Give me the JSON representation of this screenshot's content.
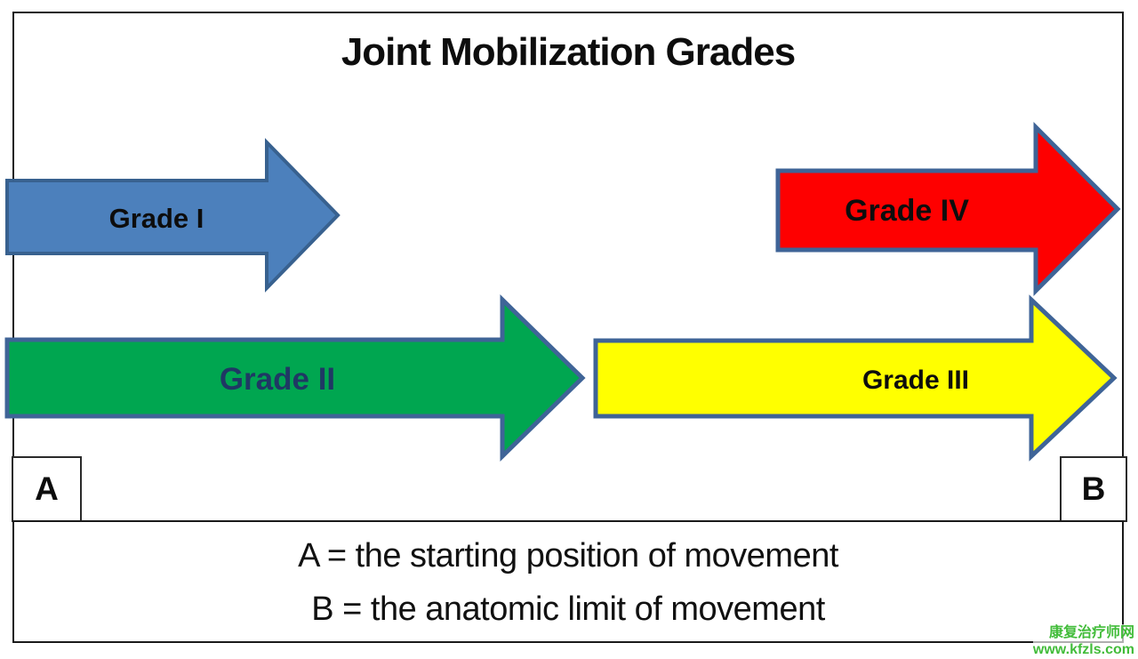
{
  "title": "Joint Mobilization Grades",
  "arrows": [
    {
      "label": "Grade I",
      "fill": "#4c80bc",
      "outline": "#38618f",
      "label_color": "#0d0d0d"
    },
    {
      "label": "Grade II",
      "fill": "#00a650",
      "outline": "#3f6497",
      "label_color": "#1f3864"
    },
    {
      "label": "Grade III",
      "fill": "#ffff00",
      "outline": "#3f6497",
      "label_color": "#0d0d0d"
    },
    {
      "label": "Grade IV",
      "fill": "#fe0000",
      "outline": "#3f6497",
      "label_color": "#0d0d0d"
    }
  ],
  "markers": {
    "start": "A",
    "end": "B"
  },
  "legend": {
    "line1": "A = the starting position of movement",
    "line2": "B = the anatomic limit of movement"
  },
  "watermark": {
    "site_name": "康复治疗师网",
    "site_url": "www.kfzls.com",
    "color": "#42bc3a"
  },
  "colors": {
    "background": "#ffffff",
    "frame_border": "#1a1a1a",
    "title_text": "#0d0d0d",
    "legend_text": "#111111"
  }
}
